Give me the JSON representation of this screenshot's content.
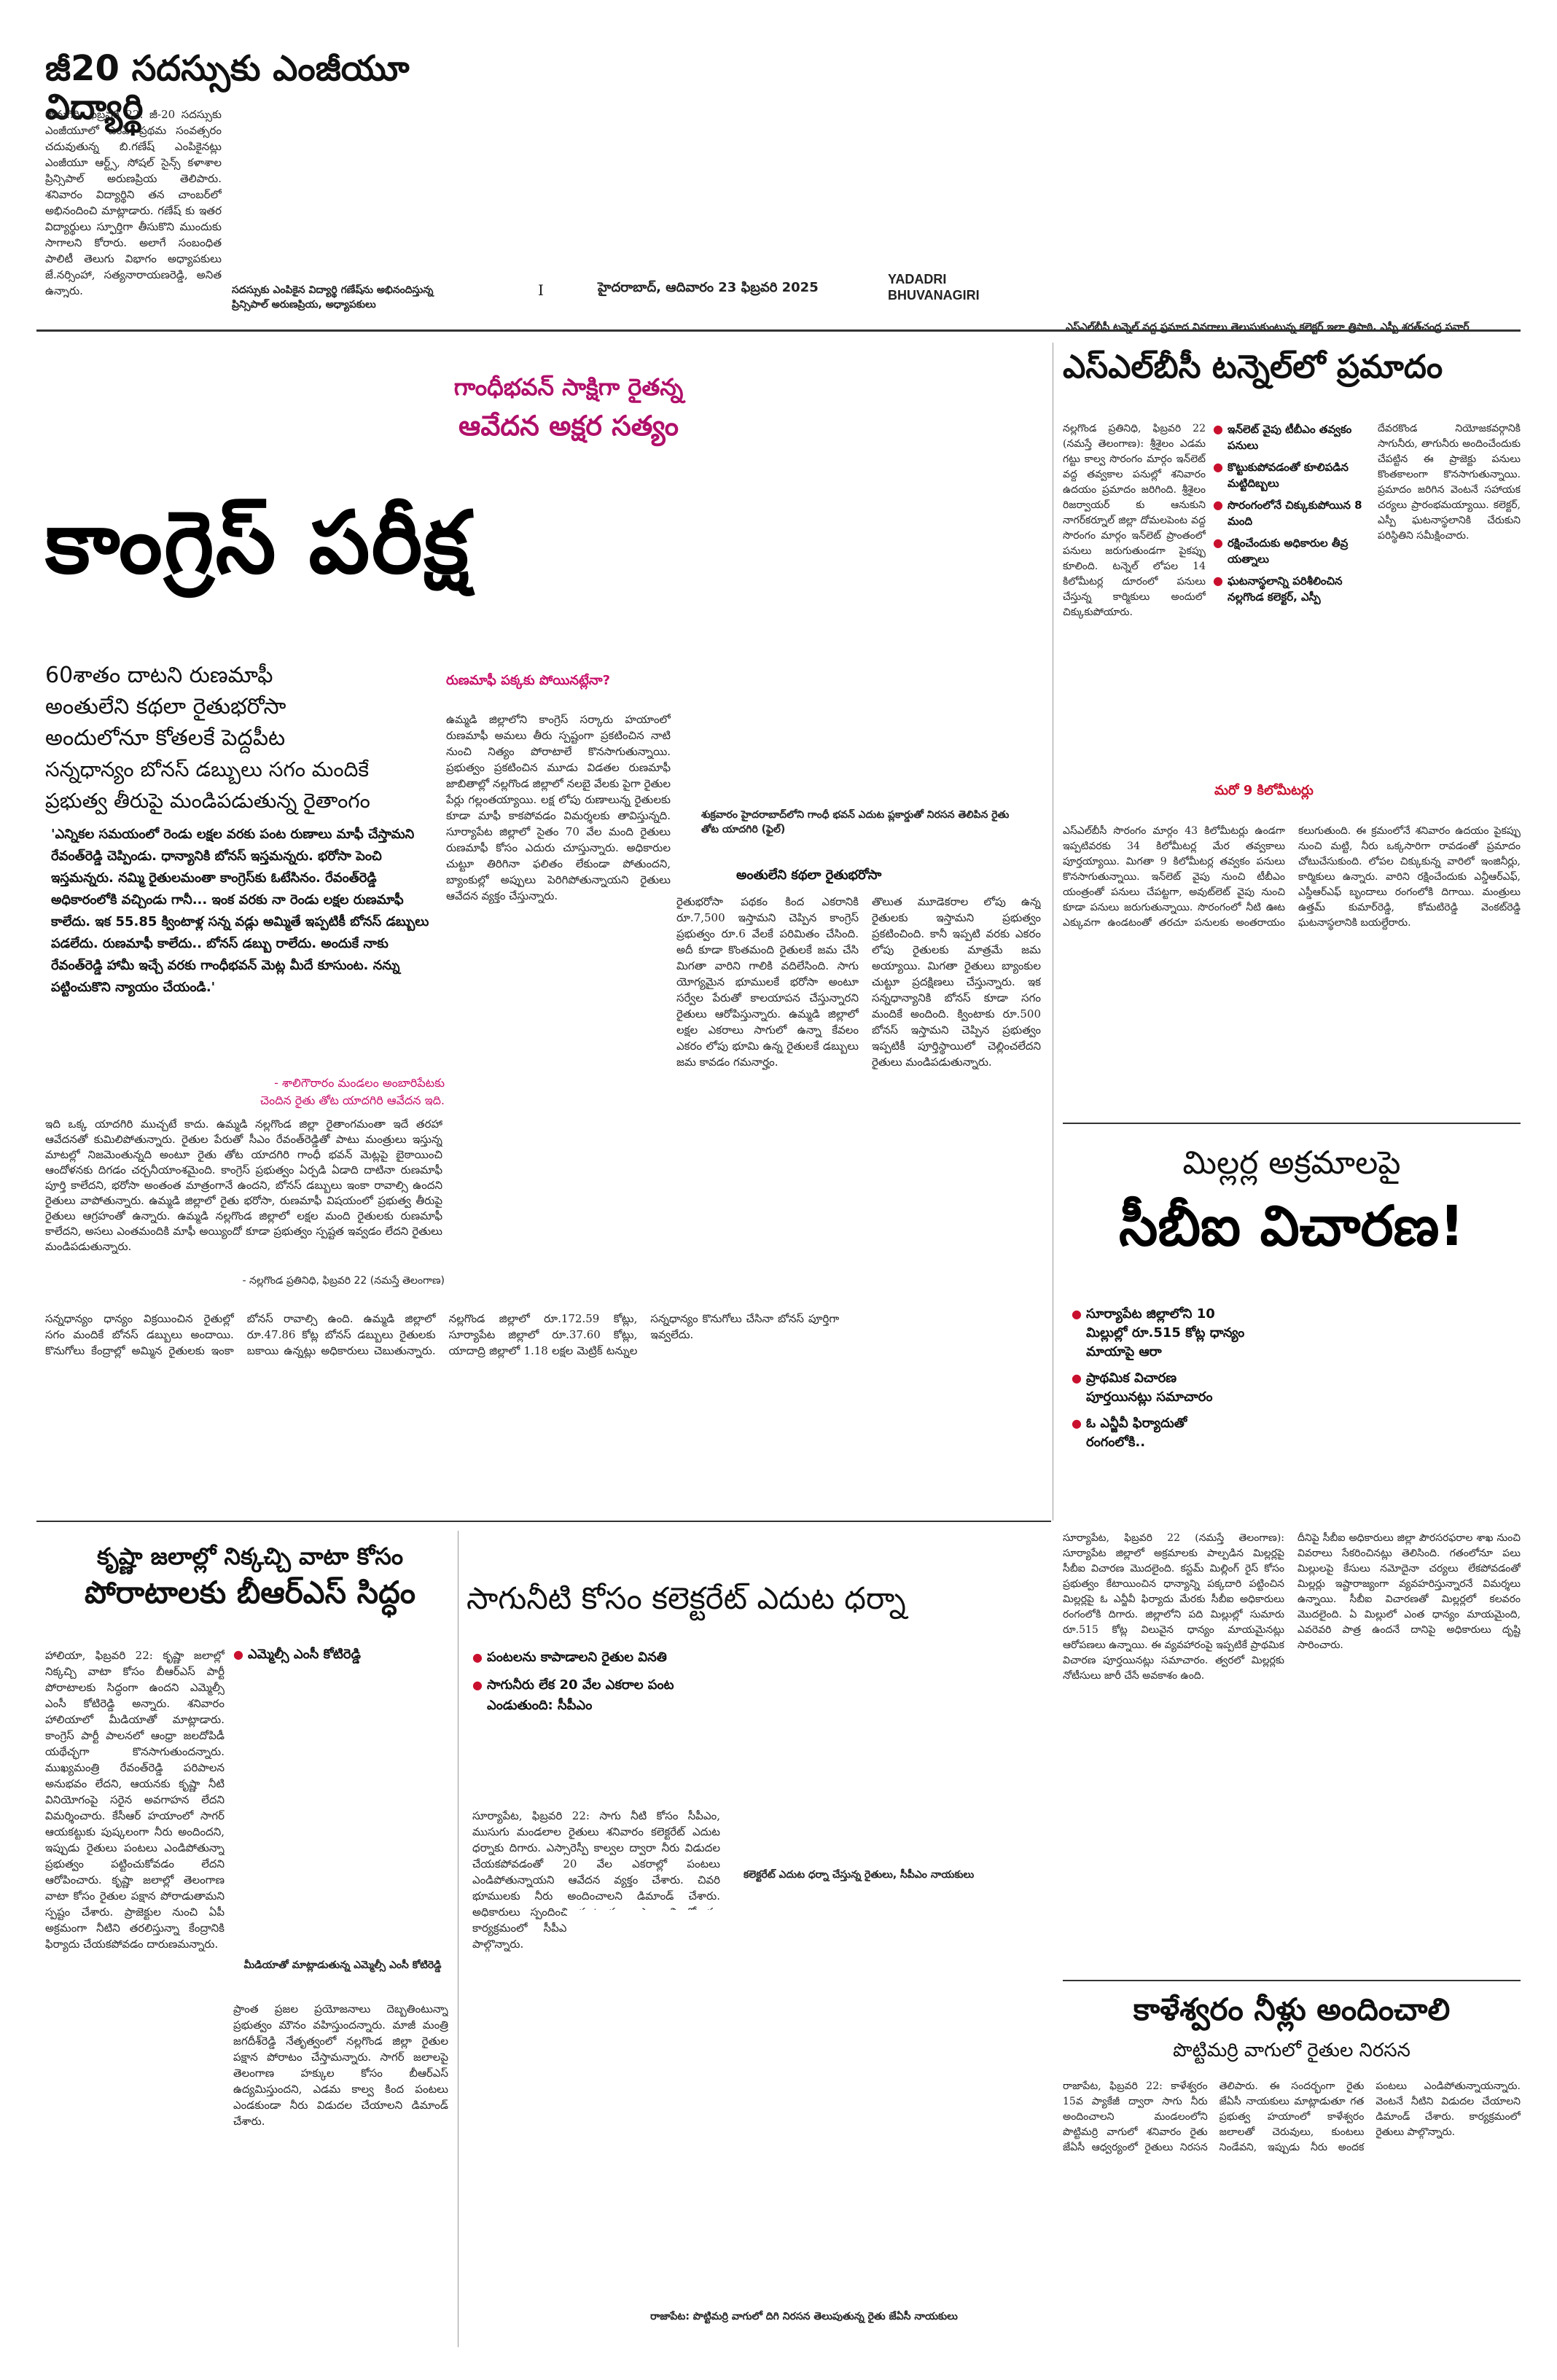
{
  "masthead": {
    "page_number": "I",
    "dateline": "హైదరాబాద్, ఆదివారం 23 ఫిబ్రవరి 2025",
    "edition": "YADADRI BHUVANAGIRI"
  },
  "g20": {
    "headline": "జీ20 సదస్సుకు ఎంజీయూ విద్యార్థి",
    "body": "రామగిరి, ఫిబ్రవరి 22: జీ-20 సదస్సుకు ఎంజీయూలో ఎంఏ ప్రథమ సంవత్సరం చదువుతున్న బి.గణేష్ ఎంపికైనట్లు ఎంజీయూ ఆర్ట్స్, సోషల్ సైన్స్ కళాశాల ప్రిన్సిపాల్ అరుణప్రియ తెలిపారు. శనివారం విద్యార్థిని తన చాంబర్‌లో అభినందించి మాట్లాడారు. గణేష్ కు ఇతర విద్యార్థులు స్ఫూర్తిగా తీసుకొని ముందుకు సాగాలని కోరారు. అలాగే సంబంధిత పాలిటీ తెలుగు విభాగం అధ్యాపకులు జే.నర్సింహా, సత్యనారాయణరెడ్డి, అనిత ఉన్నారు.",
    "caption": "సదస్సుకు ఎంపికైన విద్యార్థి గణేష్‌ను అభినందిస్తున్న ప్రిన్సిపాల్ అరుణప్రియ, అధ్యాపకులు"
  },
  "lead": {
    "kicker_line1": "గాంధీభవన్ సాక్షిగా రైతన్న",
    "kicker_line2": "ఆవేదన అక్షర సత్యం",
    "headline": "కాంగ్రెస్ పరీక్ష",
    "deck": [
      "60శాతం దాటని రుణమాఫీ",
      "అంతులేని కథలా రైతుభరోసా",
      "అందులోనూ కోతలకే పెద్దపీట",
      "సన్నధాన్యం బోనస్ డబ్బులు సగం మందికే",
      "ప్రభుత్వ తీరుపై మండిపడుతున్న రైతాంగం"
    ],
    "quote": "'ఎన్నికల సమయంలో రెండు లక్షల వరకు పంట రుణాలు మాఫీ చేస్తామని రేవంత్‌రెడ్డి చెప్పిండు. ధాన్యానికి బోనస్ ఇస్తమన్నరు. భరోసా పెంచి ఇస్తమన్నరు. నమ్మి రైతులమంతా కాంగ్రెస్‌కు ఓటేసినం. రేవంత్‌రెడ్డి అధికారంలోకి వచ్చిండు గానీ... ఇంక వరకు నా రెండు లక్షల రుణమాఫీ కాలేదు. ఇక 55.85 క్వింటాళ్ల సన్న వడ్లు అమ్మితే ఇప్పటికీ బోనస్ డబ్బులు పడలేదు. రుణమాఫీ కాలేదు.. బోనస్ డబ్బు రాలేదు. అందుకే నాకు రేవంత్‌రెడ్డి హామీ ఇచ్చే వరకు గాంధీభవన్ మెట్ల మీదే కూసుంట. నన్ను పట్టించుకొని న్యాయం చేయండి.'",
    "quote_attr_line1": "- శాలిగౌరారం మండలం అంబారిపేటకు",
    "quote_attr_line2": "చెందిన రైతు తోట యాదగిరి ఆవేదన ఇది.",
    "body_left": "ఇది ఒక్క యాదగిరి ముచ్చటే కాదు. ఉమ్మడి నల్లగొండ జిల్లా రైతాంగమంతా ఇదే తరహా ఆవేదనతో కుమిలిపోతున్నారు. రైతుల పేరుతో సీఎం రేవంత్‌రెడ్డితో పాటు మంత్రులు ఇస్తున్న మాటల్లో నిజమెంతున్నది అంటూ రైతు తోట యాదగిరి గాంధీ భవన్ మెట్లపై బైఠాయించి ఆందోళనకు దిగడం చర్చనీయాంశమైంది. కాంగ్రెస్ ప్రభుత్వం ఏర్పడి ఏడాది దాటినా రుణమాఫీ పూర్తి కాలేదని, భరోసా అంతంత మాత్రంగానే ఉందని, బోనస్ డబ్బులు ఇంకా రావాల్సి ఉందని రైతులు వాపోతున్నారు. ఉమ్మడి జిల్లాలో రైతు భరోసా, రుణమాఫీ విషయంలో ప్రభుత్వ తీరుపై రైతులు ఆగ్రహంతో ఉన్నారు. ఉమ్మడి నల్లగొండ జిల్లాలో లక్షల మంది రైతులకు రుణమాఫీ కాలేదని, అసలు ఎంతమందికి మాఫీ అయ్యిందో కూడా ప్రభుత్వం స్పష్టత ఇవ్వడం లేదని రైతులు మండిపడుతున్నారు.",
    "byline": "- నల్లగొండ ప్రతినిధి, ఫిబ్రవరి 22 (నమస్తే తెలంగాణ)",
    "subhead": "రుణమాఫీ పక్కకు పోయినట్లేనా?",
    "body_middle": "ఉమ్మడి జిల్లాలోని కాంగ్రెస్ సర్కారు హయాంలో రుణమాఫీ అమలు తీరు స్పష్టంగా ప్రకటించిన నాటి నుంచి నిత్యం పోరాటాలే కొనసాగుతున్నాయి. ప్రభుత్వం ప్రకటించిన మూడు విడతల రుణమాఫీ జాబితాల్లో నల్లగొండ జిల్లాలో నలబై వేలకు పైగా రైతుల పేర్లు గల్లంతయ్యాయి. లక్ష లోపు రుణాలున్న రైతులకు కూడా మాఫీ కాకపోవడం విమర్శలకు తావిస్తున్నది. సూర్యాపేట జిల్లాలో సైతం 70 వేల మంది రైతులు రుణమాఫీ కోసం ఎదురు చూస్తున్నారు. అధికారుల చుట్టూ తిరిగినా ఫలితం లేకుండా పోతుందని, బ్యాంకుల్లో అప్పులు పెరిగిపోతున్నాయని రైతులు ఆవేదన వ్యక్తం చేస్తున్నారు.",
    "photo_caption": "శుక్రవారం హైదరాబాద్‌లోని గాంధీ భవన్ ఎదుట ప్లకార్డుతో నిరసన తెలిపిన రైతు తోట యాదగిరి (ఫైల్)",
    "subhead2": "అంతులేని కథలా రైతుభరోసా",
    "body_col3": "రైతుభరోసా పథకం కింద ఎకరానికి రూ.7,500 ఇస్తామని చెప్పిన కాంగ్రెస్ ప్రభుత్వం రూ.6 వేలకే పరిమితం చేసింది. అదీ కూడా కొంతమంది రైతులకే జమ చేసి మిగతా వారిని గాలికి వదిలేసింది. సాగు యోగ్యమైన భూములకే భరోసా అంటూ సర్వేల పేరుతో కాలయాపన చేస్తున్నారని రైతులు ఆరోపిస్తున్నారు. ఉమ్మడి జిల్లాలో లక్షల ఎకరాలు సాగులో ఉన్నా కేవలం ఎకరం లోపు భూమి ఉన్న రైతులకే డబ్బులు జమ కావడం గమనార్హం.",
    "body_col4": "తొలుత మూడెకరాల లోపు ఉన్న రైతులకు ఇస్తామని ప్రభుత్వం ప్రకటించింది. కానీ ఇప్పటి వరకు ఎకరం లోపు రైతులకు మాత్రమే జమ అయ్యాయి. మిగతా రైతులు బ్యాంకుల చుట్టూ ప్రదక్షిణలు చేస్తున్నారు. ఇక సన్నధాన్యానికి బోనస్ కూడా సగం మందికే అందింది. క్వింటాకు రూ.500 బోనస్ ఇస్తామని చెప్పిన ప్రభుత్వం ఇప్పటికీ పూర్తిస్థాయిలో చెల్లించలేదని రైతులు మండిపడుతున్నారు.",
    "body_bottom": "సన్నధాన్యం ధాన్యం విక్రయించిన రైతుల్లో సగం మందికే బోనస్ డబ్బులు అందాయి. కొనుగోలు కేంద్రాల్లో అమ్మిన రైతులకు ఇంకా బోనస్ రావాల్సి ఉంది. ఉమ్మడి జిల్లాలో రూ.47.86 కోట్ల బోనస్ డబ్బులు రైతులకు బకాయి ఉన్నట్లు అధికారులు చెబుతున్నారు. నల్లగొండ జిల్లాలో రూ.172.59 కోట్లు, సూర్యాపేట జిల్లాలో రూ.37.60 కోట్లు, యాదాద్రి జిల్లాలో 1.18 లక్షల మెట్రిక్ టన్నుల సన్నధాన్యం కొనుగోలు చేసినా బోనస్ పూర్తిగా ఇవ్వలేదు."
  },
  "krishna": {
    "headline_line1": "కృష్ణా జలాల్లో నిక్కచ్చి వాటా కోసం",
    "headline_line2": "పోరాటాలకు బీఆర్ఎస్ సిద్ధం",
    "bullet": "ఎమ్మెల్సీ ఎంసీ కోటిరెడ్డి",
    "photo_caption": "మీడియాతో మాట్లాడుతున్న ఎమ్మెల్సీ ఎంసీ కోటిరెడ్డి",
    "body": "హాలియా, ఫిబ్రవరి 22: కృష్ణా జలాల్లో నిక్కచ్చి వాటా కోసం బీఆర్ఎస్ పార్టీ పోరాటాలకు సిద్ధంగా ఉందని ఎమ్మెల్సీ ఎంసీ కోటిరెడ్డి అన్నారు. శనివారం హాలియాలో మీడియాతో మాట్లాడారు. కాంగ్రెస్ పార్టీ పాలనలో ఆంధ్రా జలదోపిడీ యథేచ్ఛగా కొనసాగుతుందన్నారు. ముఖ్యమంత్రి రేవంత్‌రెడ్డి పరిపాలన అనుభవం లేదని, ఆయనకు కృష్ణా నీటి వినియోగంపై సరైన అవగాహన లేదని విమర్శించారు. కేసీఆర్ హయాంలో సాగర్ ఆయకట్టుకు పుష్కలంగా నీరు అందిందని, ఇప్పుడు రైతులు పంటలు ఎండిపోతున్నా ప్రభుత్వం పట్టించుకోవడం లేదని ఆరోపించారు. కృష్ణా జలాల్లో తెలంగాణ వాటా కోసం రైతుల పక్షాన పోరాడుతామని స్పష్టం చేశారు. ప్రాజెక్టుల నుంచి ఏపీ అక్రమంగా నీటిని తరలిస్తున్నా కేంద్రానికి ఫిర్యాదు చేయకపోవడం దారుణమన్నారు.",
    "body2": "ప్రాంత ప్రజల ప్రయోజనాలు దెబ్బతింటున్నా ప్రభుత్వం మౌనం వహిస్తుందన్నారు. మాజీ మంత్రి జగదీశ్‌రెడ్డి నేతృత్వంలో నల్లగొండ జిల్లా రైతుల పక్షాన పోరాటం చేస్తామన్నారు. సాగర్ జలాలపై తెలంగాణ హక్కుల కోసం బీఆర్ఎస్ ఉద్యమిస్తుందని, ఎడమ కాల్వ కింద పంటలు ఎండకుండా నీరు విడుదల చేయాలని డిమాండ్ చేశారు."
  },
  "sagu": {
    "headline": "సాగునీటి కోసం కలెక్టరేట్ ఎదుట ధర్నా",
    "bullets": [
      "పంటలను కాపాడాలని రైతుల వినతి",
      "సాగునీరు లేక 20 వేల ఎకరాల పంట ఎండుతుంది: సీపీఎం"
    ],
    "photo_caption": "కలెక్టరేట్ ఎదుట ధర్నా చేస్తున్న రైతులు, సీపీఎం నాయకులు",
    "body": "సూర్యాపేట, ఫిబ్రవరి 22: సాగు నీటి కోసం సీపీఎం, ముసుగు మండలాల రైతులు శనివారం కలెక్టరేట్ ఎదుట ధర్నాకు దిగారు. ఎస్సారెస్పీ కాల్వల ద్వారా నీరు విడుదల చేయకపోవడంతో 20 వేల ఎకరాల్లో పంటలు ఎండిపోతున్నాయని ఆవేదన వ్యక్తం చేశారు. చివరి భూములకు నీరు అందించాలని డిమాండ్ చేశారు. అధికారులు స్పందించి పంటలను కాపాడాలని కోరారు. కార్యక్రమంలో సీపీఎం జిల్లా నాయకులు, రైతులు పాల్గొన్నారు."
  },
  "slbc": {
    "caption_top": "ఎస్ఎల్‌బీసీ టన్నెల్ వద్ద ప్రమాద వివరాలు తెలుసుకుంటున్న కలెక్టర్ ఇలా త్రిపాఠి, ఎస్పీ శరత్‌చంద్ర పవార్",
    "headline": "ఎస్ఎల్‌బీసీ టన్నెల్‌లో ప్రమాదం",
    "bullets": [
      "ఇన్‌లెట్ వైపు టీబీఎం తవ్వకం పనులు",
      "కొట్టుకుపోవడంతో కూలిపడిన మట్టిదిబ్బలు",
      "సొరంగంలోనే చిక్కుకుపోయిన 8 మంది",
      "రక్షించేందుకు అధికారుల తీవ్ర యత్నాలు",
      "ఘటనాస్థలాన్ని పరిశీలించిన నల్లగొండ కలెక్టర్, ఎస్పీ"
    ],
    "body_left": "నల్లగొండ ప్రతినిధి, ఫిబ్రవరి 22 (నమస్తే తెలంగాణ): శ్రీశైలం ఎడమ గట్టు కాల్వ సొరంగం మార్గం ఇన్‌లెట్ వద్ద తవ్వకాల పనుల్లో శనివారం ఉదయం ప్రమాదం జరిగింది. శ్రీశైలం రిజర్వాయర్ కు ఆనుకుని నాగర్‌కర్నూల్ జిల్లా దోమలపెంట వద్ద సొరంగం మార్గం ఇన్‌లెట్ ప్రాంతంలో పనులు జరుగుతుండగా పైకప్పు కూలింది. టన్నెల్ లోపల 14 కిలోమీటర్ల దూరంలో పనులు చేస్తున్న కార్మికులు అందులో చిక్కుకుపోయారు.",
    "body_right": "దేవరకొండ నియోజకవర్గానికి సాగునీరు, తాగునీరు అందించేందుకు చేపట్టిన ఈ ప్రాజెక్టు పనులు కొంతకాలంగా కొనసాగుతున్నాయి. ప్రమాదం జరిగిన వెంటనే సహాయక చర్యలు ప్రారంభమయ్యాయి. కలెక్టర్, ఎస్పీ ఘటనాస్థలానికి చేరుకుని పరిస్థితిని సమీక్షించారు.",
    "subhead": "మరో 9 కిలోమీటర్లు",
    "body_lower": "ఎస్ఎల్‌బీసీ సొరంగం మార్గం 43 కిలోమీటర్లు ఉండగా ఇప్పటివరకు 34 కిలోమీటర్ల మేర తవ్వకాలు పూర్తయ్యాయి. మిగతా 9 కిలోమీటర్ల తవ్వకం పనులు కొనసాగుతున్నాయి. ఇన్‌లెట్ వైపు నుంచి టీబీఎం యంత్రంతో పనులు చేపట్టగా, అవుట్‌లెట్ వైపు నుంచి కూడా పనులు జరుగుతున్నాయి. సొరంగంలో నీటి ఊట ఎక్కువగా ఉండటంతో తరచూ పనులకు అంతరాయం కలుగుతుంది. ఈ క్రమంలోనే శనివారం ఉదయం పైకప్పు నుంచి మట్టి, నీరు ఒక్కసారిగా రావడంతో ప్రమాదం చోటుచేసుకుంది. లోపల చిక్కుకున్న వారిలో ఇంజినీర్లు, కార్మికులు ఉన్నారు. వారిని రక్షించేందుకు ఎన్డీఆర్‌ఎఫ్, ఎస్డీఆర్‌ఎఫ్ బృందాలు రంగంలోకి దిగాయి. మంత్రులు ఉత్తమ్ కుమార్‌రెడ్డి, కోమటిరెడ్డి వెంకట్‌రెడ్డి ఘటనాస్థలానికి బయల్దేరారు."
  },
  "millers": {
    "headline_line1": "మిల్లర్ల అక్రమాలపై",
    "headline_line2": "సీబీఐ విచారణ!",
    "bullets": [
      "సూర్యాపేట జిల్లాలోని 10 మిల్లుల్లో రూ.515 కోట్ల ధాన్యం మాయాపై ఆరా",
      "ప్రాథమిక విచారణ పూర్తయినట్లు సమాచారం",
      "ఓ ఎన్జీవీ ఫిర్యాదుతో రంగంలోకి.."
    ],
    "body": "సూర్యాపేట, ఫిబ్రవరి 22 (నమస్తే తెలంగాణ): సూర్యాపేట జిల్లాలో అక్రమాలకు పాల్పడిన మిల్లర్లపై సీబీఐ విచారణ మొదలైంది. కస్టమ్ మిల్లింగ్ రైస్ కోసం ప్రభుత్వం కేటాయించిన ధాన్యాన్ని పక్కదారి పట్టించిన మిల్లర్లపై ఓ ఎన్జీవీ ఫిర్యాదు మేరకు సీబీఐ అధికారులు రంగంలోకి దిగారు. జిల్లాలోని పది మిల్లుల్లో సుమారు రూ.515 కోట్ల విలువైన ధాన్యం మాయమైనట్లు ఆరోపణలు ఉన్నాయి. ఈ వ్యవహారంపై ఇప్పటికే ప్రాథమిక విచారణ పూర్తయినట్లు సమాచారం. త్వరలో మిల్లర్లకు నోటీసులు జారీ చేసే అవకాశం ఉంది.",
    "body2": "దీనిపై సీబీఐ అధికారులు జిల్లా పౌరసరఫరాల శాఖ నుంచి వివరాలు సేకరించినట్లు తెలిసింది. గతంలోనూ పలు మిల్లులపై కేసులు నమోదైనా చర్యలు లేకపోవడంతో మిల్లర్లు ఇష్టారాజ్యంగా వ్యవహరిస్తున్నారనే విమర్శలు ఉన్నాయి. సీబీఐ విచారణతో మిల్లర్లలో కలవరం మొదలైంది. ఏ మిల్లులో ఎంత ధాన్యం మాయమైంది, ఎవరెవరి పాత్ర ఉందనే దానిపై అధికారులు దృష్టి సారించారు."
  },
  "kaleshwaram": {
    "headline": "కాళేశ్వరం నీళ్లు అందించాలి",
    "subhead": "పొట్టిమర్రి వాగులో రైతుల నిరసన",
    "photo_caption": "రాజాపేట: పొట్టిమర్రి వాగులో దిగి నిరసన తెలుపుతున్న రైతు జేఏసీ నాయకులు",
    "body": "రాజాపేట, ఫిబ్రవరి 22: కాళేశ్వరం 15వ ప్యాకేజీ ద్వారా సాగు నీరు అందించాలని మండలంలోని పొట్టిమర్రి వాగులో శనివారం రైతు జేఏసీ ఆధ్వర్యంలో రైతులు నిరసన తెలిపారు. ఈ సందర్భంగా రైతు జేఏసీ నాయకులు మాట్లాడుతూ గత ప్రభుత్వ హయాంలో కాళేశ్వరం జలాలతో చెరువులు, కుంటలు నిండేవని, ఇప్పుడు నీరు అందక పంటలు ఎండిపోతున్నాయన్నారు. వెంటనే నీటిని విడుదల చేయాలని డిమాండ్ చేశారు. కార్యక్రమంలో రైతులు పాల్గొన్నారు."
  }
}
